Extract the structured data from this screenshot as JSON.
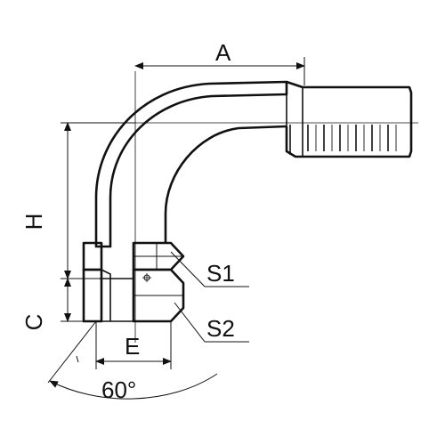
{
  "labels": {
    "a": "A",
    "h": "H",
    "c": "C",
    "e": "E",
    "s1": "S1",
    "s2": "S2",
    "angle": "60°"
  },
  "colors": {
    "line": "#111111",
    "background": "#ffffff"
  }
}
